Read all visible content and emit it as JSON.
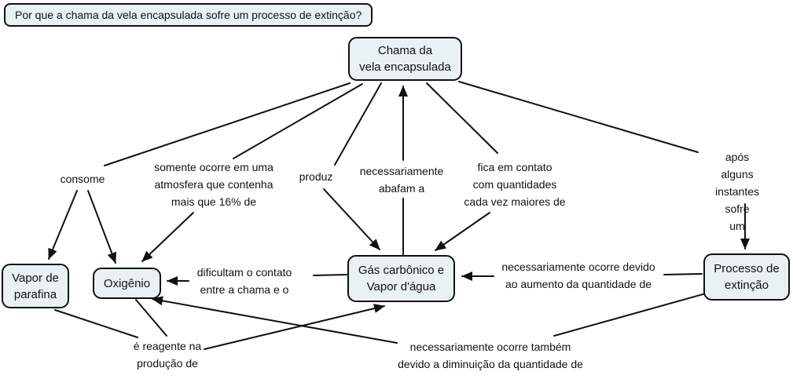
{
  "question": {
    "text": "Por que a chama da vela encapsulada sofre um processo de extinção?"
  },
  "nodes": {
    "chama": {
      "label": "Chama da\nvela encapsulada"
    },
    "vapor": {
      "label": "Vapor de\nparafina"
    },
    "oxigenio": {
      "label": "Oxigênio"
    },
    "gas": {
      "label": "Gás carbônico e\nVapor d'água"
    },
    "processo": {
      "label": "Processo de\nextinção"
    }
  },
  "edge_labels": {
    "consome": "consome",
    "somente": "somente ocorre em uma\natmosfera que contenha\nmais que 16% de",
    "produz": "produz",
    "abafam": "necessariamente\nabafam a",
    "fica": "fica em contato\ncom quantidades\ncada vez maiores de",
    "apos": "após alguns\ninstantes sofre\num",
    "dificultam": "dificultam o contato\nentre a chama e o",
    "ocorre_devido": "necessariamente ocorre devido\nao aumento da quantidade de",
    "reagente": "é reagente na\nprodução de",
    "ocorre_tambem": "necessariamente ocorre também\ndevido a diminuição da quantidade de"
  },
  "colors": {
    "background": "#ffffff",
    "node_fill": "#e9f1f3",
    "node_border": "#111111",
    "line": "#111111"
  }
}
